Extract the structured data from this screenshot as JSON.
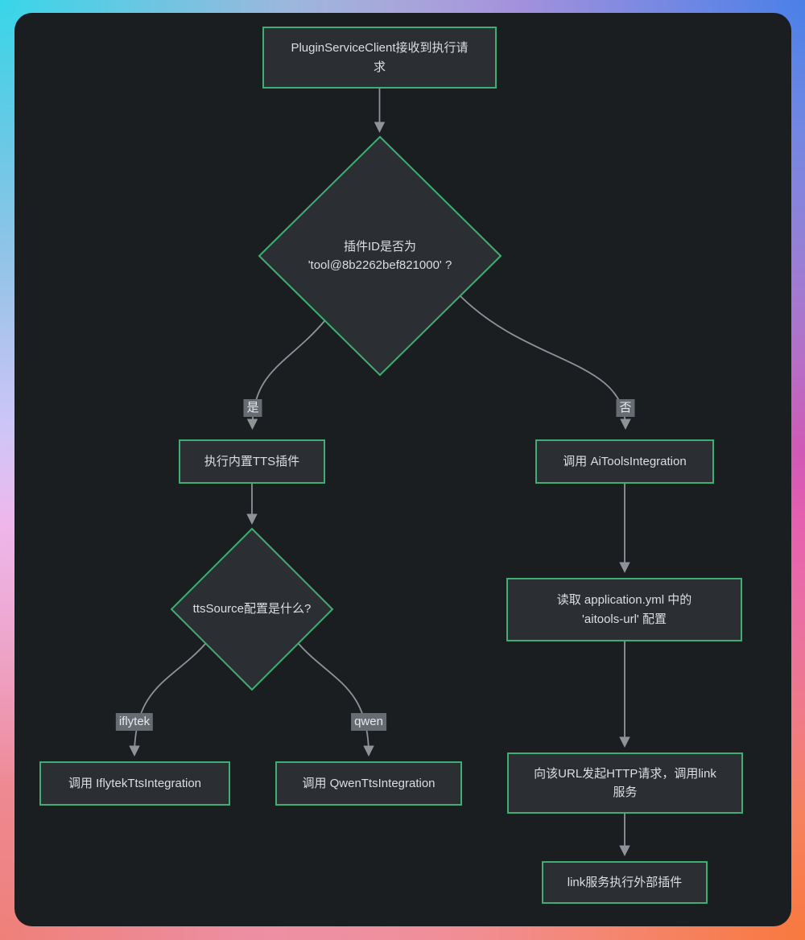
{
  "theme": {
    "bg_tl": "#38d6e9",
    "bg_tr": "#4a80e8",
    "bg_ml": "#eec2fa",
    "bg_mr": "#e353ae",
    "bg_bl": "#ef8078",
    "bg_br": "#f9793e",
    "bg_base": "#ec9ed2",
    "panel_bg": "#1b1e21",
    "node_fill": "#2b2f33",
    "node_border": "#3fae73",
    "edge_color": "#8f9398",
    "edge_label_bg": "#676c73",
    "edge_label_text": "#e6e8ea",
    "text_color": "#dcdee1"
  },
  "flowchart": {
    "nodes": {
      "start": {
        "shape": "rect",
        "label": "PluginServiceClient接收到执行请\n求"
      },
      "decision_plugin_id": {
        "shape": "diamond",
        "label": "插件ID是否为\n'tool@8b2262bef821000' ?"
      },
      "exec_builtin_tts": {
        "shape": "rect",
        "label": "执行内置TTS插件"
      },
      "decision_tts_source": {
        "shape": "diamond",
        "label": "ttsSource配置是什么?"
      },
      "call_iflytek": {
        "shape": "rect",
        "label": "调用 IflytekTtsIntegration"
      },
      "call_qwen": {
        "shape": "rect",
        "label": "调用 QwenTtsIntegration"
      },
      "call_aitools": {
        "shape": "rect",
        "label": "调用 AiToolsIntegration"
      },
      "read_config": {
        "shape": "rect",
        "label": "读取 application.yml 中的\n'aitools-url' 配置"
      },
      "http_request": {
        "shape": "rect",
        "label": "向该URL发起HTTP请求，调用link\n服务"
      },
      "link_exec": {
        "shape": "rect",
        "label": "link服务执行外部插件"
      }
    },
    "edge_labels": {
      "yes": "是",
      "no": "否",
      "iflytek": "iflytek",
      "qwen": "qwen"
    }
  }
}
